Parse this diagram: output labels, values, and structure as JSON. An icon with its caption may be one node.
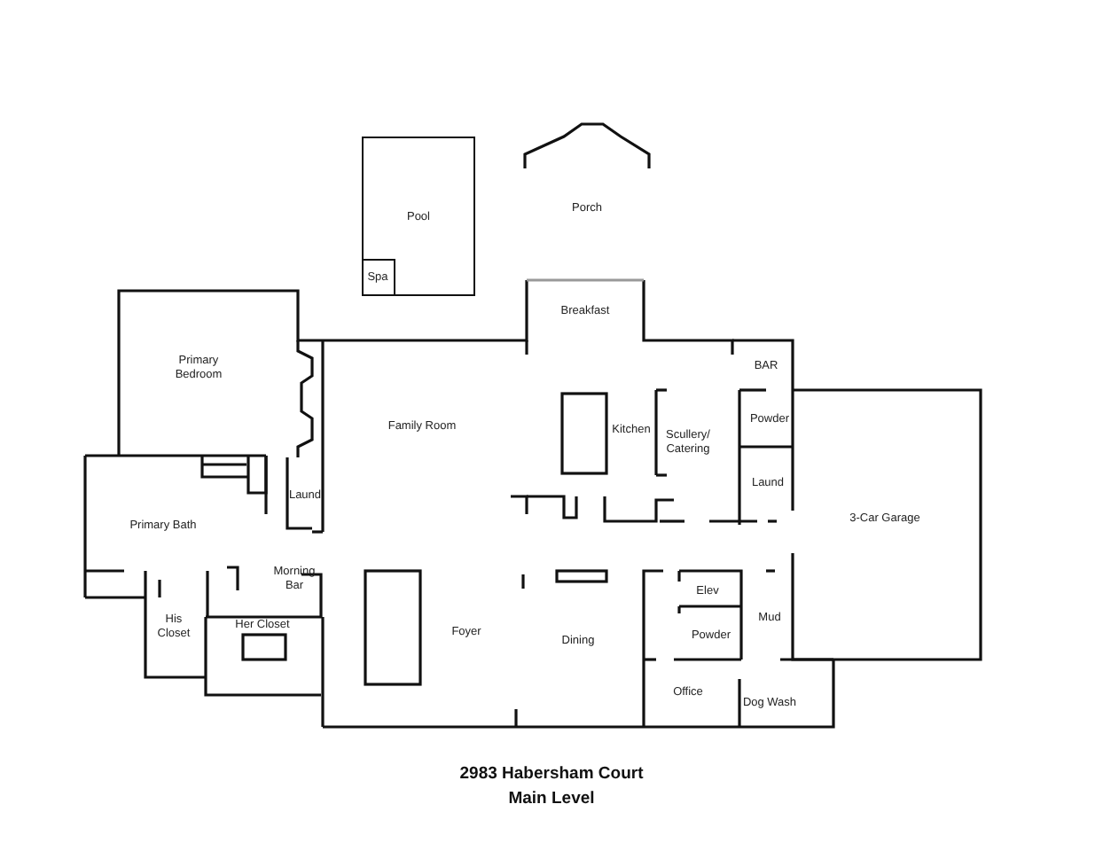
{
  "diagram": {
    "title": "2983 Habersham Court",
    "caption": "Main Level",
    "nodes": [
      {
        "text": [
          "Pool"
        ]
      },
      {
        "text": [
          "Spa"
        ],
        "in": 0
      }
    ],
    "labels": [
      "Porch",
      "Breakfast",
      "Primary Bedroom",
      "BAR",
      "Family Room",
      "Kitchen",
      "Scullery/ Catering",
      "Powder",
      "Laund",
      "Laund",
      "3-Car Garage",
      "Primary Bath",
      "Morning Bar",
      "Elev",
      "Her Closet",
      "Mud",
      "His Closet",
      "Foyer",
      "Powder",
      "Dining",
      "Office",
      "Dog Wash"
    ]
  }
}
